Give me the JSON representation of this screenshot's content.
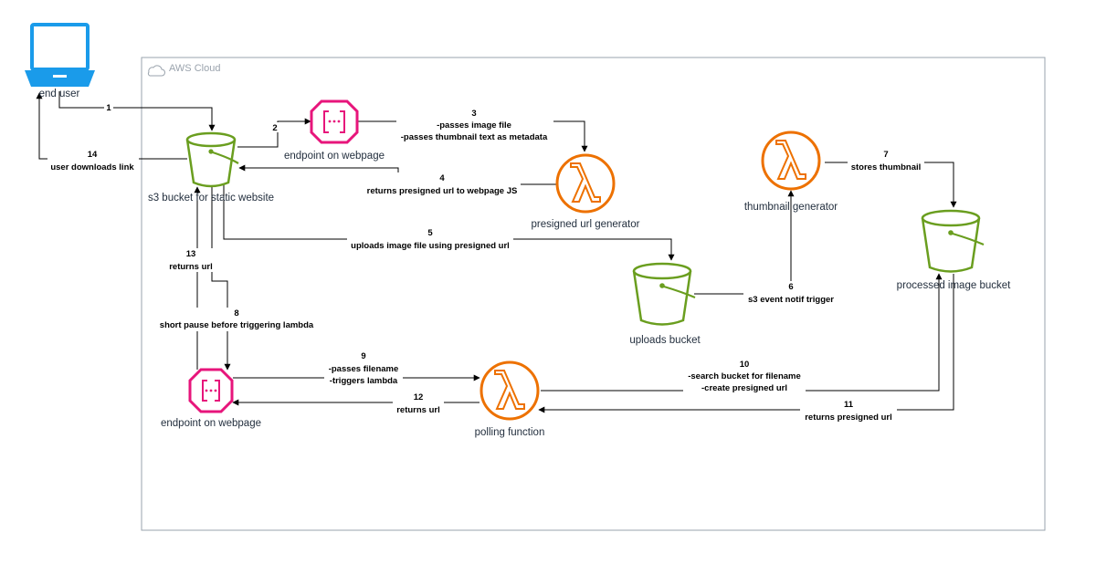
{
  "cloud_group": {
    "label": "AWS Cloud"
  },
  "nodes": {
    "end_user": "end user",
    "static_site_bucket": "s3 bucket for static website",
    "endpoint_top": "endpoint on webpage",
    "presigned_url_generator": "presigned url generator",
    "thumbnail_generator": "thumbnail generator",
    "processed_image_bucket": "processed image bucket",
    "uploads_bucket": "uploads bucket",
    "endpoint_bottom": "endpoint on webpage",
    "polling_function": "polling function"
  },
  "edges": {
    "e1": {
      "num": "1",
      "lines": []
    },
    "e2": {
      "num": "2",
      "lines": []
    },
    "e3": {
      "num": "3",
      "lines": [
        "-passes image file",
        "-passes thumbnail text as metadata"
      ]
    },
    "e4": {
      "num": "4",
      "lines": [
        "returns presigned url to webpage JS"
      ]
    },
    "e5": {
      "num": "5",
      "lines": [
        "uploads image file using presigned url"
      ]
    },
    "e6": {
      "num": "6",
      "lines": [
        "s3 event notif trigger"
      ]
    },
    "e7": {
      "num": "7",
      "lines": [
        "stores thumbnail"
      ]
    },
    "e8": {
      "num": "8",
      "lines": [
        "short pause before triggering lambda"
      ]
    },
    "e9": {
      "num": "9",
      "lines": [
        "-passes filename",
        "-triggers lambda"
      ]
    },
    "e10": {
      "num": "10",
      "lines": [
        "-search bucket for filename",
        "-create presigned url"
      ]
    },
    "e11": {
      "num": "11",
      "lines": [
        "returns presigned url"
      ]
    },
    "e12": {
      "num": "12",
      "lines": [
        "returns url"
      ]
    },
    "e13": {
      "num": "13",
      "lines": [
        "returns url"
      ]
    },
    "e14": {
      "num": "14",
      "lines": [
        "user downloads link"
      ]
    }
  },
  "colors": {
    "s3_green": "#6a9e1f",
    "lambda_orange": "#ed7100",
    "api_pink": "#e7157b",
    "client_blue": "#1a9bea",
    "group_border": "#9aa3ad"
  },
  "icons": {
    "end_user": "laptop-client-icon",
    "bucket": "s3-bucket-icon",
    "lambda": "lambda-function-icon",
    "endpoint": "api-endpoint-icon",
    "cloud": "cloud-icon"
  }
}
